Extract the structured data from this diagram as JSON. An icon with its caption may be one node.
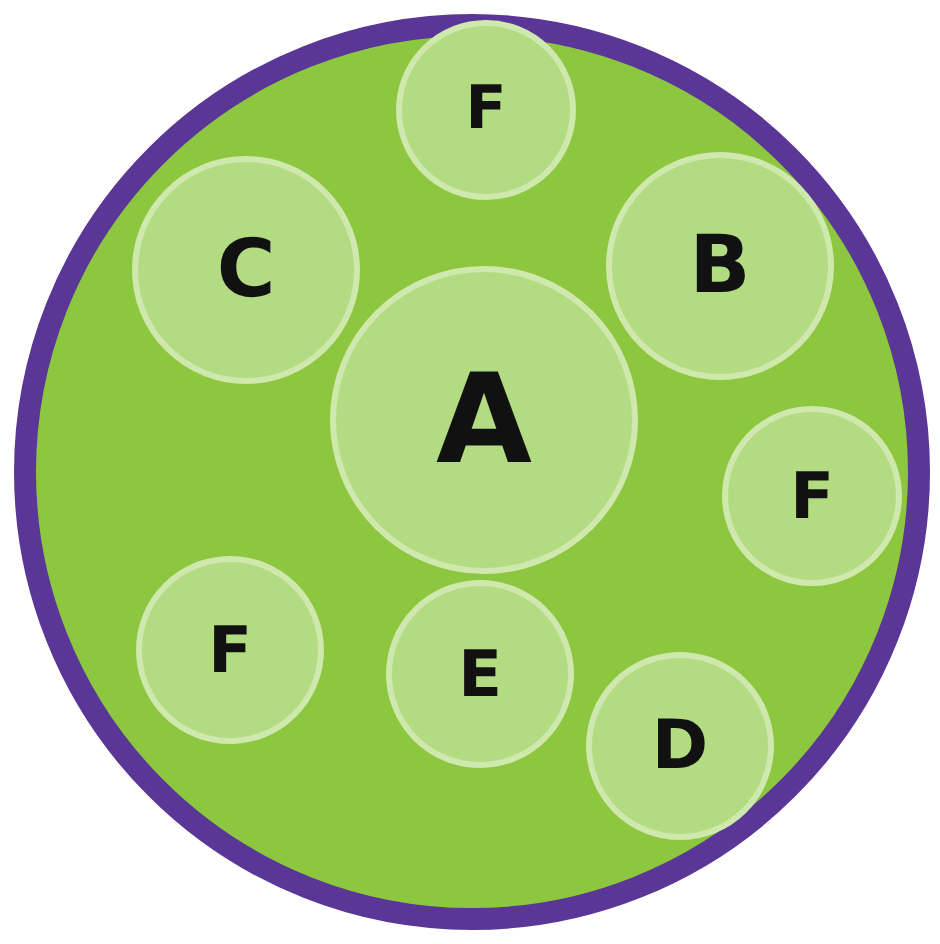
{
  "diagram": {
    "nodes": [
      {
        "text": [],
        "shape": "circle"
      },
      {
        "text": [
          "F"
        ],
        "in": 0
      },
      {
        "text": [
          "C"
        ],
        "in": 0
      },
      {
        "text": [
          "B"
        ],
        "in": 0
      },
      {
        "text": [
          "A"
        ],
        "in": 0
      },
      {
        "text": [
          "F"
        ],
        "in": 0
      },
      {
        "text": [
          "F"
        ],
        "in": 0
      },
      {
        "text": [
          "E"
        ],
        "in": 0
      },
      {
        "text": [
          "D"
        ],
        "in": 0
      }
    ]
  }
}
